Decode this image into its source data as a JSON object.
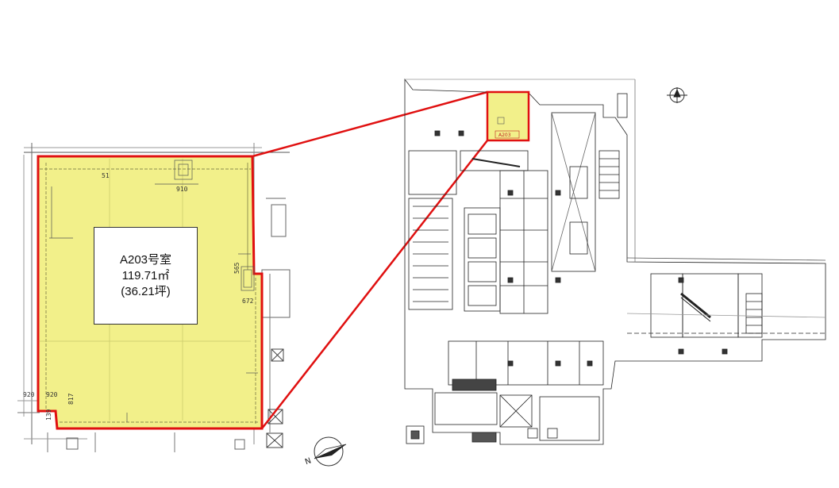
{
  "room": {
    "name": "A203号室",
    "area_sqm": "119.71㎡",
    "area_tsubo": "(36.21坪)",
    "small_label": "A203"
  },
  "dimensions": {
    "top": "910",
    "top_left": "51",
    "right_1": "565",
    "right_2": "672",
    "bottom_left_1": "920",
    "bottom_left_2": "920",
    "bottom_left_3": "817",
    "bottom_left_4": "139"
  },
  "colors": {
    "highlight_fill": "#f2f08a",
    "highlight_border": "#e01010",
    "plan_lines": "#222222"
  },
  "icons": {
    "north_arrow_left": "north-arrow-icon",
    "north_arrow_right": "north-circle-icon"
  },
  "north_letter": "N"
}
